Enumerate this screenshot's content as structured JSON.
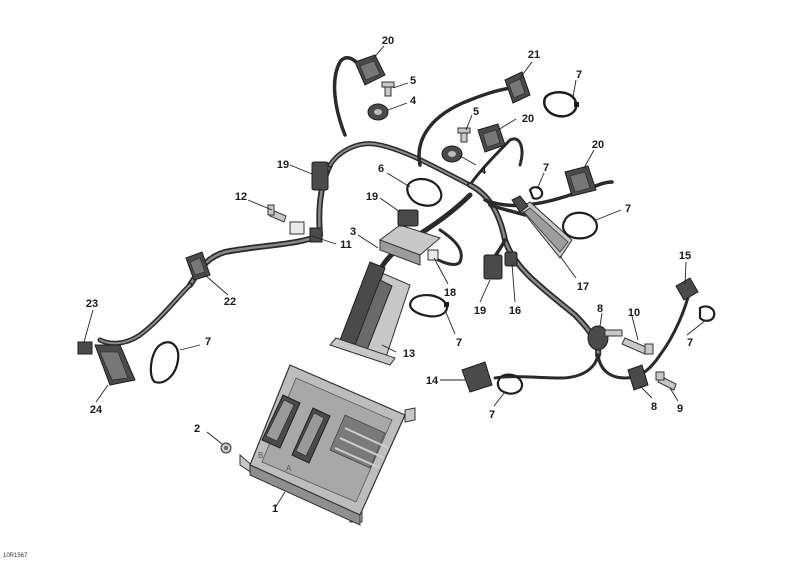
{
  "diagram": {
    "reference_code": "10R1567",
    "callouts": [
      "1",
      "2",
      "3",
      "4",
      "4",
      "5",
      "5",
      "6",
      "7",
      "7",
      "7",
      "7",
      "7",
      "7",
      "7",
      "8",
      "8",
      "9",
      "10",
      "11",
      "11",
      "12",
      "13",
      "14",
      "15",
      "16",
      "17",
      "18",
      "19",
      "19",
      "19",
      "20",
      "20",
      "20",
      "21",
      "22",
      "23",
      "24"
    ],
    "ecm_markings": [
      "B",
      "A"
    ]
  }
}
